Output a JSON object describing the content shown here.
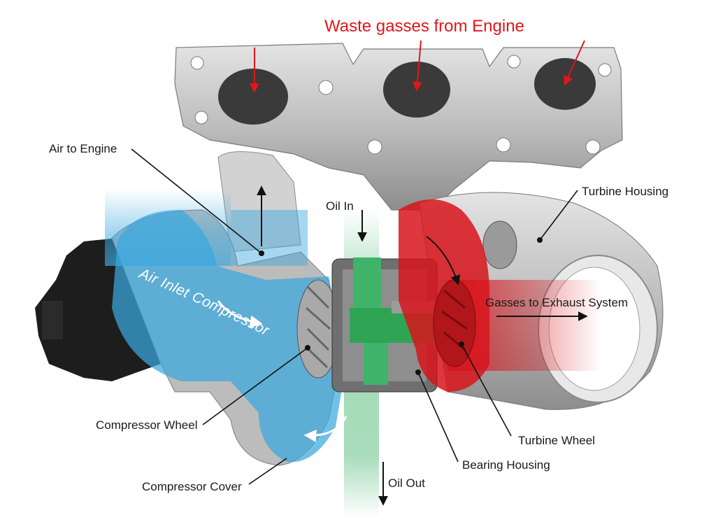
{
  "title": "Waste gasses from Engine",
  "labels": {
    "air_to_engine": "Air to Engine",
    "turbine_housing": "Turbine Housing",
    "oil_in": "Oil In",
    "gasses_to_exhaust": "Gasses to Exhaust System",
    "compressor_wheel": "Compressor Wheel",
    "turbine_wheel": "Turbine Wheel",
    "bearing_housing": "Bearing Housing",
    "compressor_cover": "Compressor Cover",
    "oil_out": "Oil Out",
    "air_inlet_compressor": "Air Inlet Compressor"
  },
  "colors": {
    "title": "#e0161b",
    "air_flow": "#3aa7de",
    "exhaust_flow": "#d8141c",
    "oil_flow": "#3fb36a",
    "metal": "#b9b9b9",
    "actuator": "#1d1d1d"
  }
}
